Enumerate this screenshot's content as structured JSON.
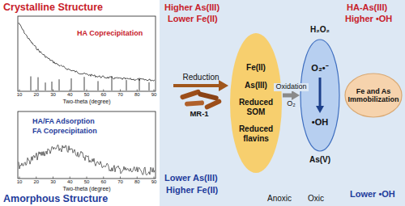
{
  "diagram": {
    "nodes": [
      {
        "text": [
          "Fe(II)",
          "As(III)",
          "Reduced SOM",
          "Reduced flavins"
        ]
      },
      {
        "text": [
          "O₂•⁻",
          "•OH"
        ]
      },
      {
        "text": [
          "Fe and As Immobilization"
        ]
      }
    ],
    "edges": [
      {
        "from": 0,
        "to": 1,
        "label": "Oxidation",
        "arrow": "to"
      }
    ],
    "labels": [
      "Crystalline Structure",
      "HA Coprecipitation",
      "10",
      "20",
      "30",
      "40",
      "50",
      "60",
      "70",
      "80",
      "90",
      "Two-theta (degree)",
      "HA/FA Adsorption",
      "FA Coprecipitation",
      "10",
      "20",
      "30",
      "40",
      "50",
      "60",
      "70",
      "80",
      "90",
      "Two-theta (degree)",
      "Amorphous Structure",
      "Higher As(III)",
      "Lower Fe(II)",
      "Reduction",
      "MR-1",
      "Lower As(III)",
      "Higher Fe(II)",
      "H₂O₂",
      "O₂",
      "As(V)",
      "Anoxic",
      "Oxic",
      "HA-As(III)",
      "Higher •OH",
      "Lower •OH"
    ]
  }
}
